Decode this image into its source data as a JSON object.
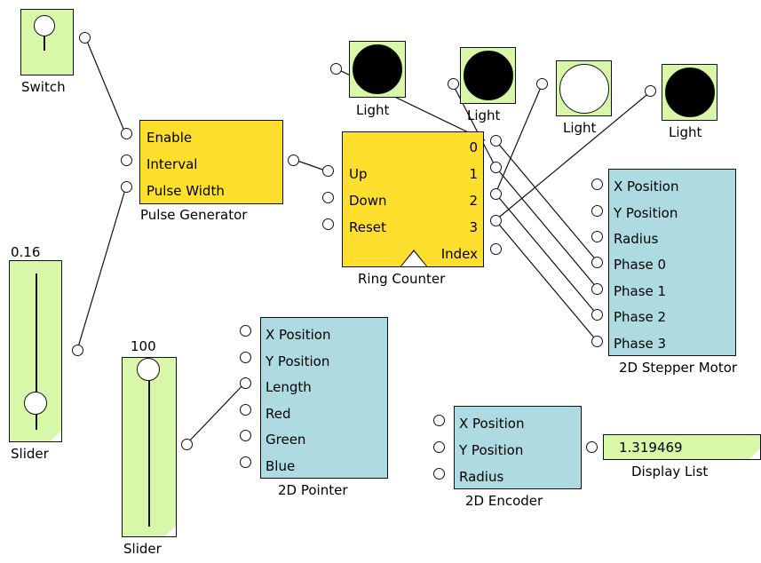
{
  "blocks": {
    "switch": {
      "caption": "Switch"
    },
    "slider_left": {
      "caption": "Slider",
      "value_text": "0.16",
      "value": 0.16
    },
    "pulse_generator": {
      "caption": "Pulse Generator",
      "inputs": [
        "Enable",
        "Interval",
        "Pulse Width"
      ]
    },
    "ring_counter": {
      "caption": "Ring Counter",
      "inputs": [
        "Up",
        "Down",
        "Reset"
      ],
      "outputs": [
        "0",
        "1",
        "2",
        "3",
        "Index"
      ]
    },
    "lights": [
      {
        "caption": "Light",
        "state": "off"
      },
      {
        "caption": "Light",
        "state": "off"
      },
      {
        "caption": "Light",
        "state": "on"
      },
      {
        "caption": "Light",
        "state": "off"
      }
    ],
    "stepper_motor": {
      "caption": "2D Stepper Motor",
      "inputs": [
        "X Position",
        "Y Position",
        "Radius",
        "Phase 0",
        "Phase 1",
        "Phase 2",
        "Phase 3"
      ]
    },
    "slider_bottom": {
      "caption": "Slider",
      "value_text": "100",
      "value": 100
    },
    "pointer": {
      "caption": "2D Pointer",
      "inputs": [
        "X Position",
        "Y Position",
        "Length",
        "Red",
        "Green",
        "Blue"
      ]
    },
    "encoder": {
      "caption": "2D Encoder",
      "inputs": [
        "X Position",
        "Y Position",
        "Radius"
      ]
    },
    "display_list": {
      "caption": "Display List",
      "value": "1.319469"
    }
  },
  "colors": {
    "green_block": "#d8f7a8",
    "yellow_block": "#ffdf2e",
    "teal_block": "#aedbe2",
    "light_on": "#ffffff",
    "light_off": "#000000"
  }
}
